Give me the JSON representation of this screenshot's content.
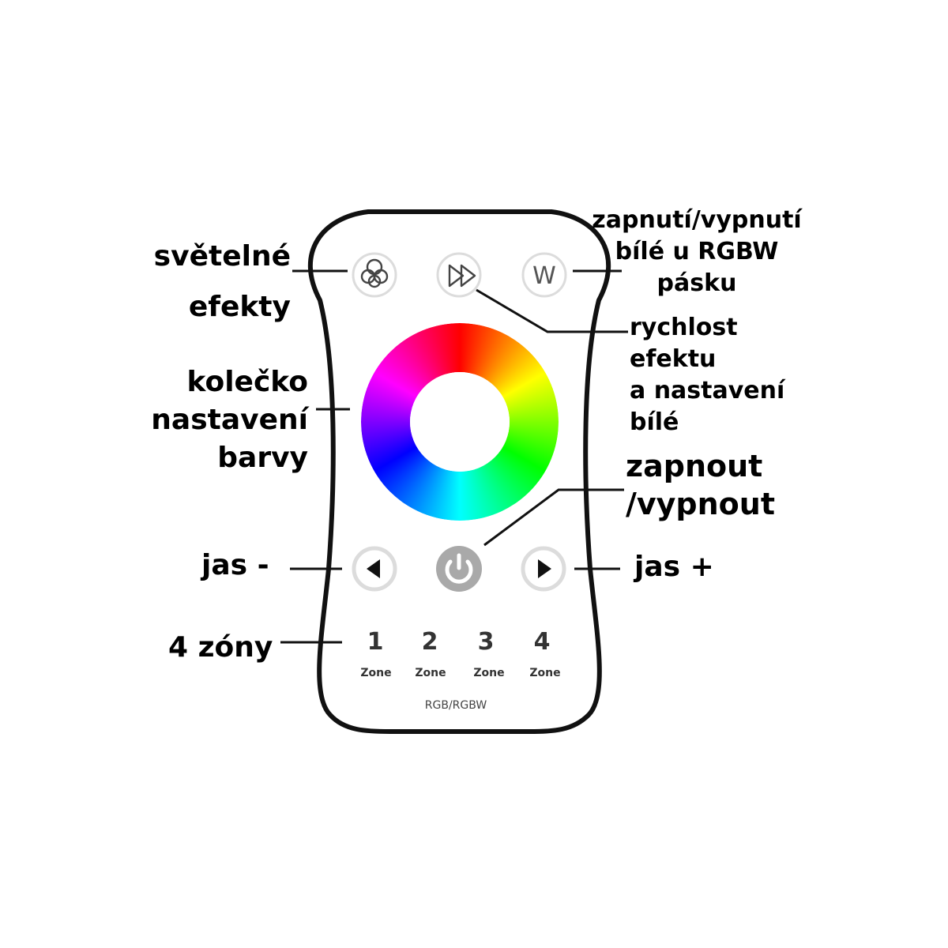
{
  "remote": {
    "model_label": "RGB/RGBW",
    "white_button_glyph": "W",
    "effects_icon": "cloud-icon",
    "speed_icon": "fast-forward-icon",
    "power_icon": "power-icon",
    "brightness_down_icon": "triangle-left-icon",
    "brightness_up_icon": "triangle-right-icon",
    "zones": [
      {
        "number": "1",
        "label": "Zone"
      },
      {
        "number": "2",
        "label": "Zone"
      },
      {
        "number": "3",
        "label": "Zone"
      },
      {
        "number": "4",
        "label": "Zone"
      }
    ]
  },
  "annotations": {
    "effects": [
      "světelné",
      "efekty"
    ],
    "white_toggle": [
      "zapnutí/vypnutí",
      "bílé u RGBW",
      "pásku"
    ],
    "speed": [
      "rychlost",
      "efektu",
      "a nastavení",
      "bílé"
    ],
    "color_wheel": [
      "kolečko",
      "nastavení",
      "barvy"
    ],
    "power": [
      "zapnout",
      "/vypnout"
    ],
    "brightness_down": "jas -",
    "brightness_up": "jas +",
    "zones": "4 zóny"
  },
  "colors": {
    "outline": "#111111",
    "button_ring": "#dcdcdc",
    "power_button": "#a9a9a9",
    "icon_gray": "#444444",
    "zone_text": "#333333"
  }
}
